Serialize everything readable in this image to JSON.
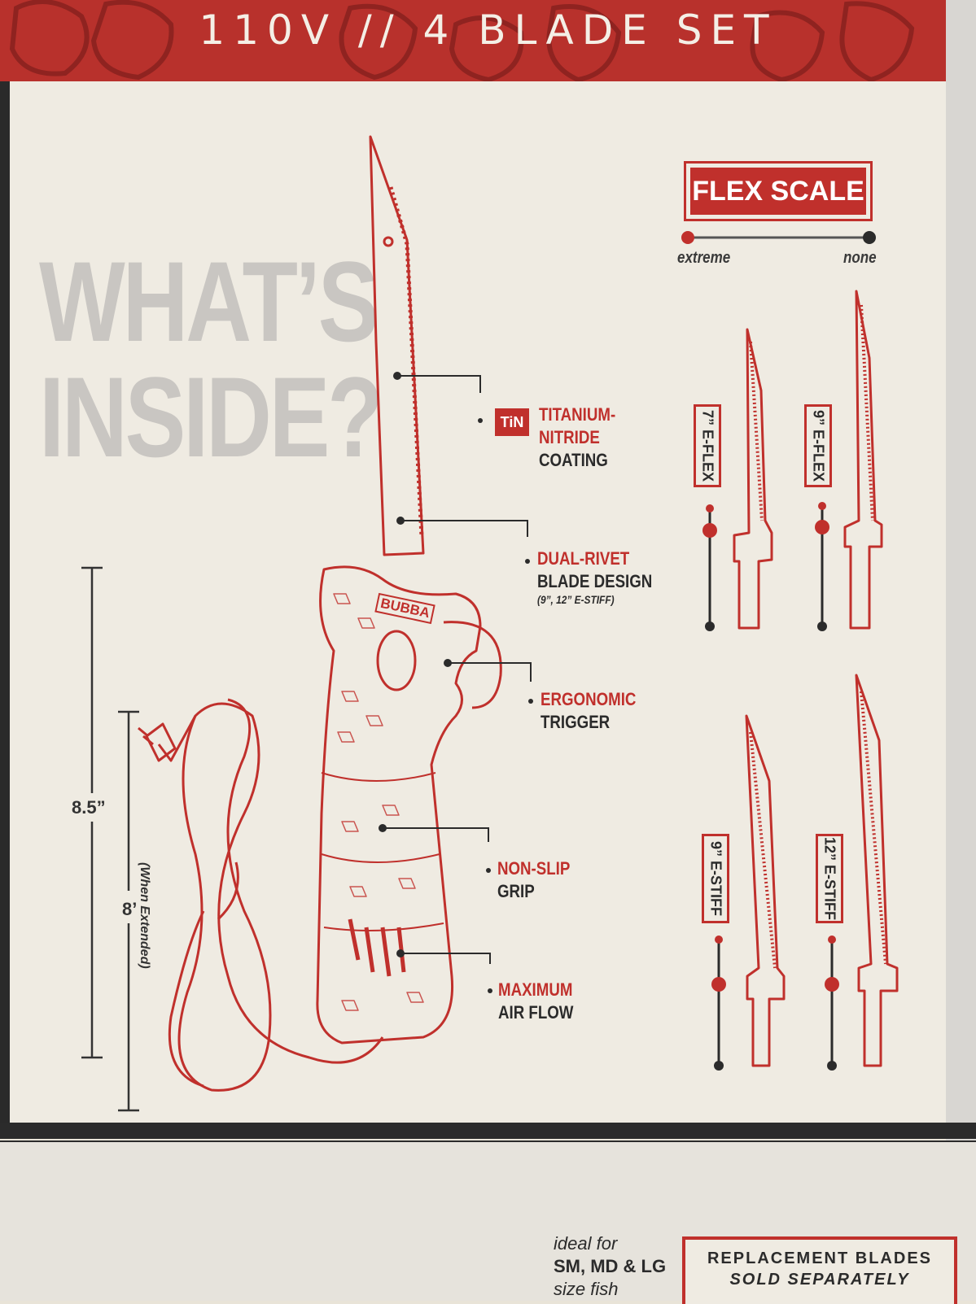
{
  "header": {
    "title": "110V // 4 BLADE SET"
  },
  "heading": {
    "line1": "WHAT’S",
    "line2": "INSIDE?"
  },
  "features": [
    {
      "badge": "TiN",
      "red": "TITANIUM-",
      "red2": "NITRIDE",
      "dark": "COATING"
    },
    {
      "red": "DUAL-RIVET",
      "dark": "BLADE DESIGN",
      "sub": "(9”, 12” E-STIFF)"
    },
    {
      "red": "ERGONOMIC",
      "dark": "TRIGGER"
    },
    {
      "red": "NON-SLIP",
      "dark": "GRIP"
    },
    {
      "red": "MAXIMUM",
      "dark": "AIR FLOW"
    }
  ],
  "handle_logo": "BUBBA",
  "flex_scale": {
    "title": "FLEX SCALE",
    "left": "extreme",
    "right": "none"
  },
  "blades": [
    {
      "label": "7” E-FLEX"
    },
    {
      "label": "9” E-FLEX"
    },
    {
      "label": "9” E-STIFF"
    },
    {
      "label": "12” E-STIFF"
    }
  ],
  "dimensions": {
    "knife": "8.5”",
    "cord": "8’",
    "cord_note": "(When Extended)"
  },
  "footer": {
    "ideal_1": "ideal for",
    "ideal_2": "SM, MD & LG",
    "ideal_3": "size fish",
    "replacement_1": "REPLACEMENT BLADES",
    "replacement_2": "SOLD SEPARATELY"
  },
  "colors": {
    "brand_red": "#c0302c",
    "paper": "#efebe2",
    "heading_gray": "#c9c6c2",
    "dark": "#2b2b2b"
  }
}
